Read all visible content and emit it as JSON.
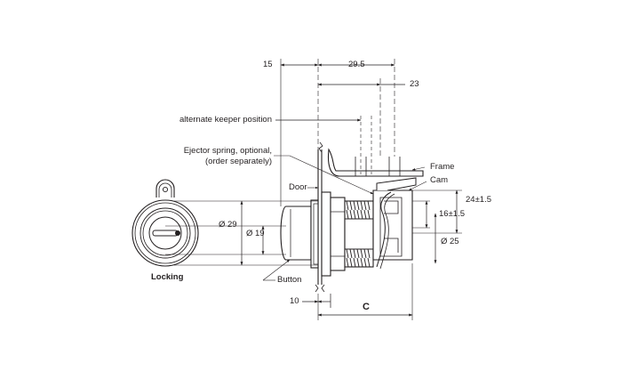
{
  "dimensions": {
    "d15": "15",
    "d29_5": "29.5",
    "d23": "23",
    "d29": "Ø 29",
    "d19": "Ø 19",
    "d25": "Ø 25",
    "d24": "24±1.5",
    "d16": "16±1.5",
    "d10": "10",
    "dC": "C"
  },
  "callouts": {
    "alternate_keeper": "alternate keeper position",
    "ejector_line1": "Ejector spring, optional,",
    "ejector_line2": "(order separately)",
    "door": "Door",
    "frame": "Frame",
    "cam": "Cam",
    "button": "Button",
    "locking": "Locking"
  },
  "colors": {
    "line": "#231f20",
    "background": "#ffffff"
  }
}
